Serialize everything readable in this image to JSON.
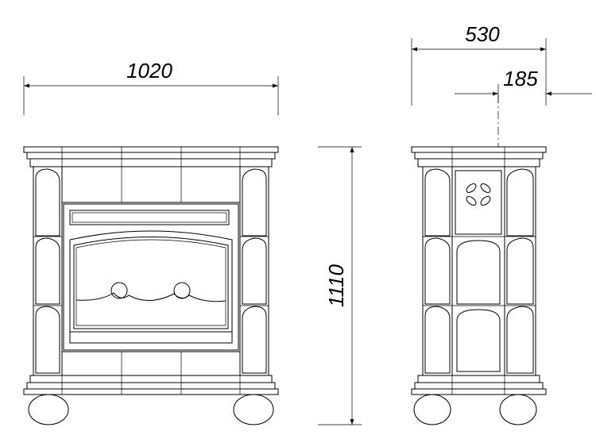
{
  "dimensions": {
    "front_width": "1020",
    "height": "1110",
    "side_depth": "530",
    "side_offset": "185"
  }
}
